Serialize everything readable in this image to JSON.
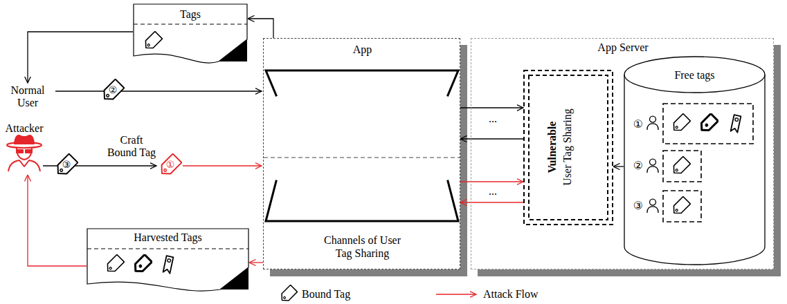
{
  "diagram": {
    "nodes": [
      {
        "text": [
          "Tags"
        ]
      },
      {
        "text": [
          "App",
          "Channels of User Tag Sharing"
        ]
      },
      {
        "text": [
          "Harvested Tags"
        ]
      },
      {
        "text": [
          "App Server"
        ]
      },
      {
        "text": [
          "Vulnerable",
          "User Tag Sharing"
        ],
        "in": 3
      },
      {
        "text": [
          "Free tags"
        ],
        "in": 3
      }
    ],
    "edges": [
      {
        "from": 1,
        "to": 0,
        "arrow": "to"
      },
      {
        "from": 1,
        "to": 2,
        "arrow": "to"
      },
      {
        "from": 1,
        "to": 4,
        "arrow": "to"
      },
      {
        "from": 4,
        "to": 1,
        "arrow": "to"
      },
      {
        "from": 1,
        "to": 4,
        "arrow": "to"
      },
      {
        "from": 4,
        "to": 1,
        "arrow": "to"
      },
      {
        "from": 5,
        "to": 4,
        "arrow": "to"
      }
    ],
    "labels": [
      "Normal User",
      "Attacker",
      "Craft Bound Tag",
      "②",
      "③",
      "①",
      "①",
      "②",
      "③",
      "...",
      "..."
    ],
    "legend": [
      {
        "text": "Bound Tag"
      },
      {
        "text": "Attack Flow"
      }
    ]
  }
}
